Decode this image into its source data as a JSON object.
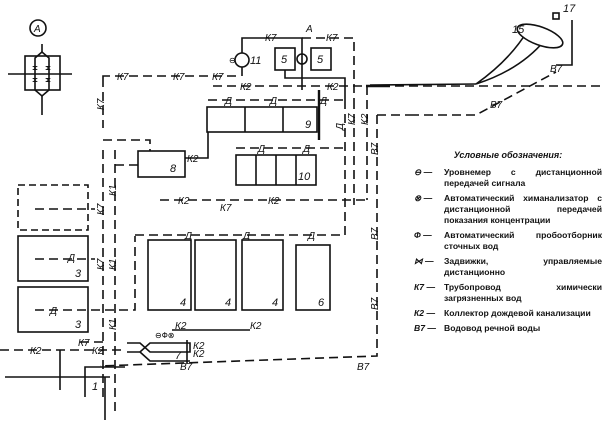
{
  "diagram": {
    "callout_A": "А",
    "node_numbers": {
      "n1": "1",
      "n3a": "3",
      "n3b": "3",
      "n4a": "4",
      "n4b": "4",
      "n4c": "4",
      "n5a": "5",
      "n5b": "5",
      "n6": "6",
      "n7": "7",
      "n8": "8",
      "n9": "9",
      "n10": "10",
      "n11": "11",
      "n15": "15",
      "n17": "17"
    },
    "line_codes": {
      "K7": "К7",
      "K2": "К2",
      "K1": "К1",
      "B7": "В7",
      "D": "Д"
    }
  },
  "legend": {
    "title": "Условные обозначения:",
    "items": [
      {
        "symbol": "⊖ —",
        "text": "Уровнемер с дистанционной передачей сигнала"
      },
      {
        "symbol": "⊗ —",
        "text": "Автоматический химанализатор с дистанционной передачей показания концентрации"
      },
      {
        "symbol": "Ф —",
        "text": "Автоматический пробоотборник сточных вод"
      },
      {
        "symbol": "⋈ —",
        "text": "Задвижки, управляемые дистанционно"
      },
      {
        "symbol": "К7 —",
        "text": "Трубопровод химически загрязненных вод"
      },
      {
        "symbol": "К2 —",
        "text": "Коллектор дождевой канализации"
      },
      {
        "symbol": "В7 —",
        "text": "Водовод речной воды"
      }
    ]
  }
}
